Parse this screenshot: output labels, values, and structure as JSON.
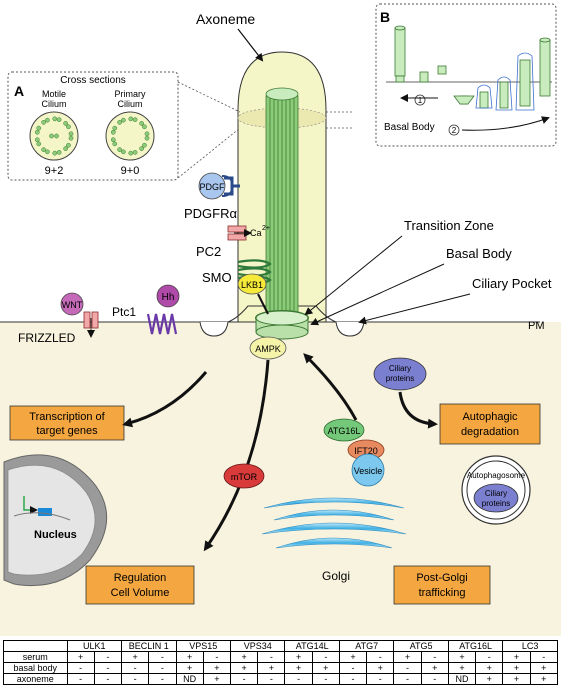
{
  "labels": {
    "axoneme": "Axoneme",
    "panel_a": "A",
    "panel_b": "B",
    "cross_sections": "Cross sections",
    "motile_cilium_1": "Motile",
    "motile_cilium_2": "Cilium",
    "primary_cilium_1": "Primary",
    "primary_cilium_2": "Cilium",
    "nine_two": "9+2",
    "nine_zero": "9+0",
    "pdgf": "PDGF",
    "pdgfr": "PDGFRα",
    "ca": "Ca",
    "ca_charge": "2+",
    "pc2": "PC2",
    "smo": "SMO",
    "transition_zone": "Transition Zone",
    "basal_body": "Basal Body",
    "ciliary_pocket": "Ciliary Pocket",
    "pm": "PM",
    "wnt": "WNT",
    "frizzled": "FRIZZLED",
    "ptc1": "Ptc1",
    "hh": "Hh",
    "lkb1": "LKB1",
    "ampk": "AMPK",
    "ciliary_proteins_1": "Ciliary",
    "ciliary_proteins_2": "proteins",
    "transcription_1": "Transcription of",
    "transcription_2": "target genes",
    "autophagic_1": "Autophagic",
    "autophagic_2": "degradation",
    "atg16l": "ATG16L",
    "ift20": "IFT20",
    "vesicle": "Vesicle",
    "mtor": "mTOR",
    "autophagosome": "Autophagosome",
    "nucleus": "Nucleus",
    "regulation_1": "Regulation",
    "regulation_2": "Cell Volume",
    "golgi": "Golgi",
    "post_golgi_1": "Post-Golgi",
    "post_golgi_2": "trafficking",
    "basal_body_b": "Basal Body",
    "step_1": "1",
    "step_2": "2"
  },
  "table": {
    "genes": [
      "ULK1",
      "BECLIN 1",
      "VPS15",
      "VPS34",
      "ATG14L",
      "ATG7",
      "ATG5",
      "ATG16L",
      "LC3"
    ],
    "rows": [
      {
        "label": "serum",
        "cells": [
          "+",
          "-",
          "+",
          "-",
          "+",
          "-",
          "+",
          "-",
          "+",
          "-",
          "+",
          "-",
          "+",
          "-",
          "+",
          "-",
          "+",
          "-"
        ]
      },
      {
        "label": "basal body",
        "cells": [
          "-",
          "-",
          "-",
          "-",
          "+",
          "+",
          "+",
          "+",
          "+",
          "+",
          "-",
          "+",
          "-",
          "+",
          "+",
          "+",
          "+",
          "+"
        ]
      },
      {
        "label": "axoneme",
        "cells": [
          "-",
          "-",
          "-",
          "-",
          "ND",
          "+",
          "-",
          "-",
          "-",
          "-",
          "-",
          "-",
          "-",
          "-",
          "ND",
          "+",
          "+",
          "+"
        ]
      }
    ]
  },
  "colors": {
    "cytoplasm": "#f8f3de",
    "cilium": "#f4f6c8",
    "microtubule": "#7fbf6a",
    "label_box": "#f4a640",
    "ampk": "#f5f3a8",
    "mtor": "#d93a3a",
    "ciliary_proteins": "#7b7fcf",
    "golgi": "#5ab8e6",
    "hh": "#b04aa8",
    "pdgf": "#a9c6ee"
  }
}
